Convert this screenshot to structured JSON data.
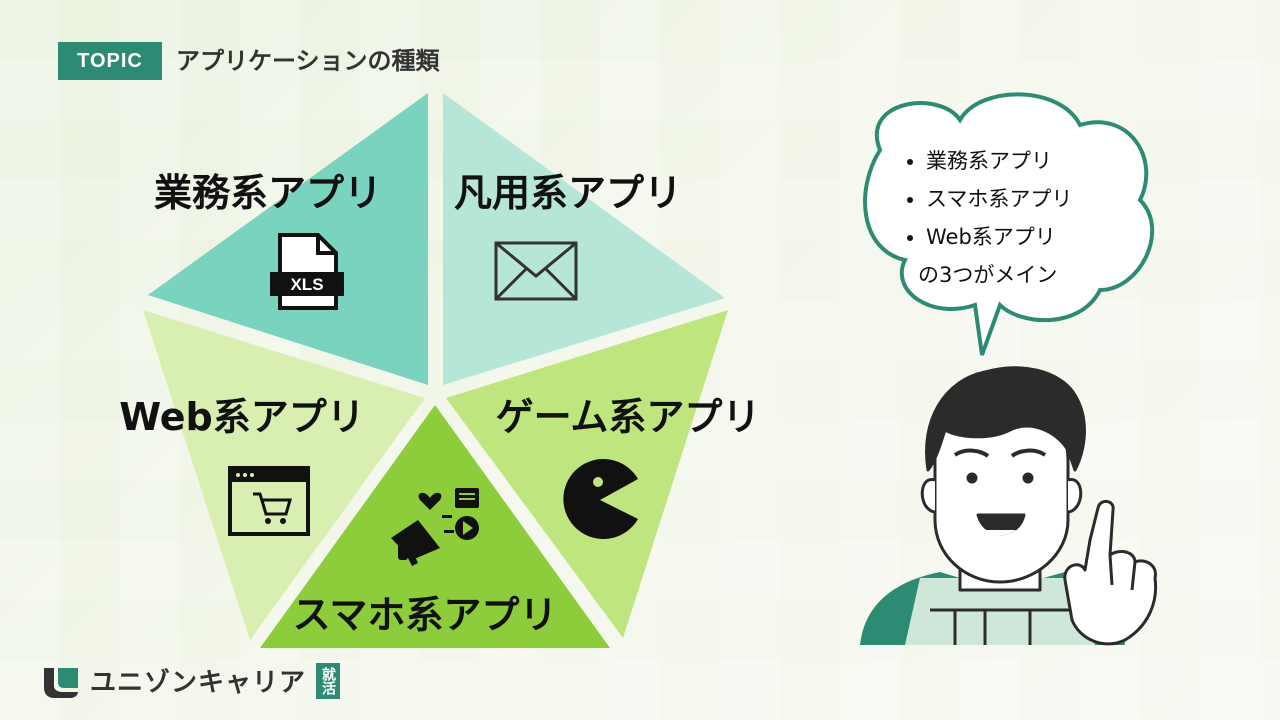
{
  "header": {
    "tag": "TOPIC",
    "title": "アプリケーションの種類"
  },
  "diagram": {
    "segments": [
      {
        "label": "業務系アプリ",
        "icon": "xls-file-icon",
        "color": "#79d3bf",
        "icon_text": "XLS"
      },
      {
        "label": "凡用系アプリ",
        "icon": "envelope-icon",
        "color": "#b6e6d7"
      },
      {
        "label": "ゲーム系アプリ",
        "icon": "pacman-icon",
        "color": "#bfe57e"
      },
      {
        "label": "スマホ系アプリ",
        "icon": "megaphone-icon",
        "color": "#8dcc3a"
      },
      {
        "label": "Web系アプリ",
        "icon": "browser-cart-icon",
        "color": "#d9efb1"
      }
    ]
  },
  "speech_bubble": {
    "items": [
      "業務系アプリ",
      "スマホ系アプリ",
      "Web系アプリ"
    ],
    "tail": "の3つがメイン"
  },
  "character": {
    "icon": "man-pointing-up-icon"
  },
  "logo": {
    "text": "ユニゾンキャリア",
    "badge": "就活"
  },
  "colors": {
    "accent": "#2e8b73",
    "outline": "#2b2b2b"
  }
}
